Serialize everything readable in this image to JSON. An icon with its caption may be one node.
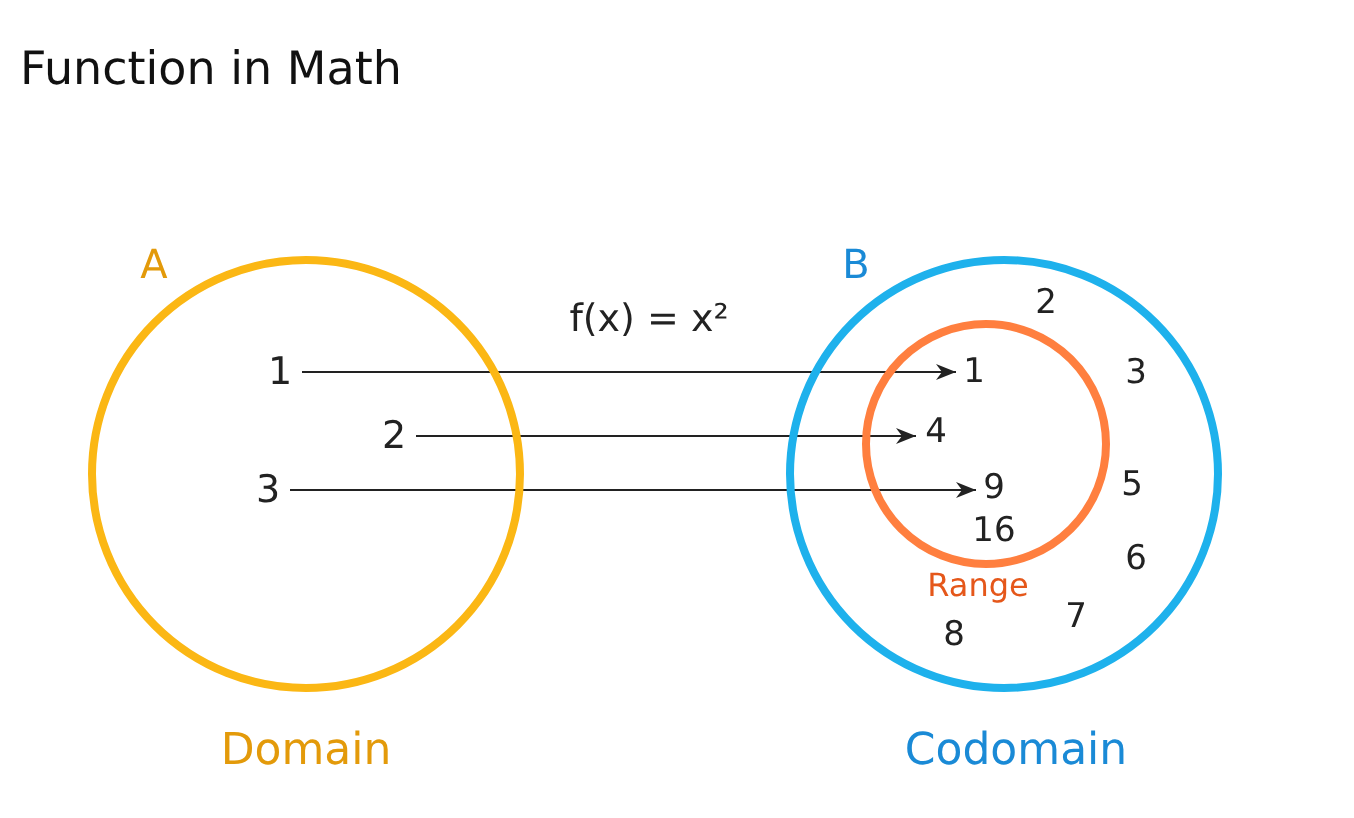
{
  "diagram": {
    "title": "Function in Math",
    "nodes": [
      {
        "text": [
          "A"
        ],
        "beside": [
          "Domain"
        ]
      },
      {
        "text": [
          "B",
          "2",
          "3",
          "5",
          "6",
          "7",
          "8"
        ],
        "beside": [
          "Codomain"
        ]
      },
      {
        "text": [
          "16",
          "Range"
        ],
        "in": 1
      },
      {
        "text": [
          "1"
        ],
        "in": 0
      },
      {
        "text": [
          "2"
        ],
        "in": 0
      },
      {
        "text": [
          "3"
        ],
        "in": 0
      },
      {
        "text": [
          "1"
        ],
        "in": 2
      },
      {
        "text": [
          "4"
        ],
        "in": 2
      },
      {
        "text": [
          "9"
        ],
        "in": 2
      }
    ],
    "edges": [
      {
        "from": 3,
        "to": 6,
        "arrow": "to",
        "label": "f(x) = x²"
      },
      {
        "from": 4,
        "to": 7,
        "arrow": "to"
      },
      {
        "from": 5,
        "to": 8,
        "arrow": "to"
      }
    ]
  }
}
